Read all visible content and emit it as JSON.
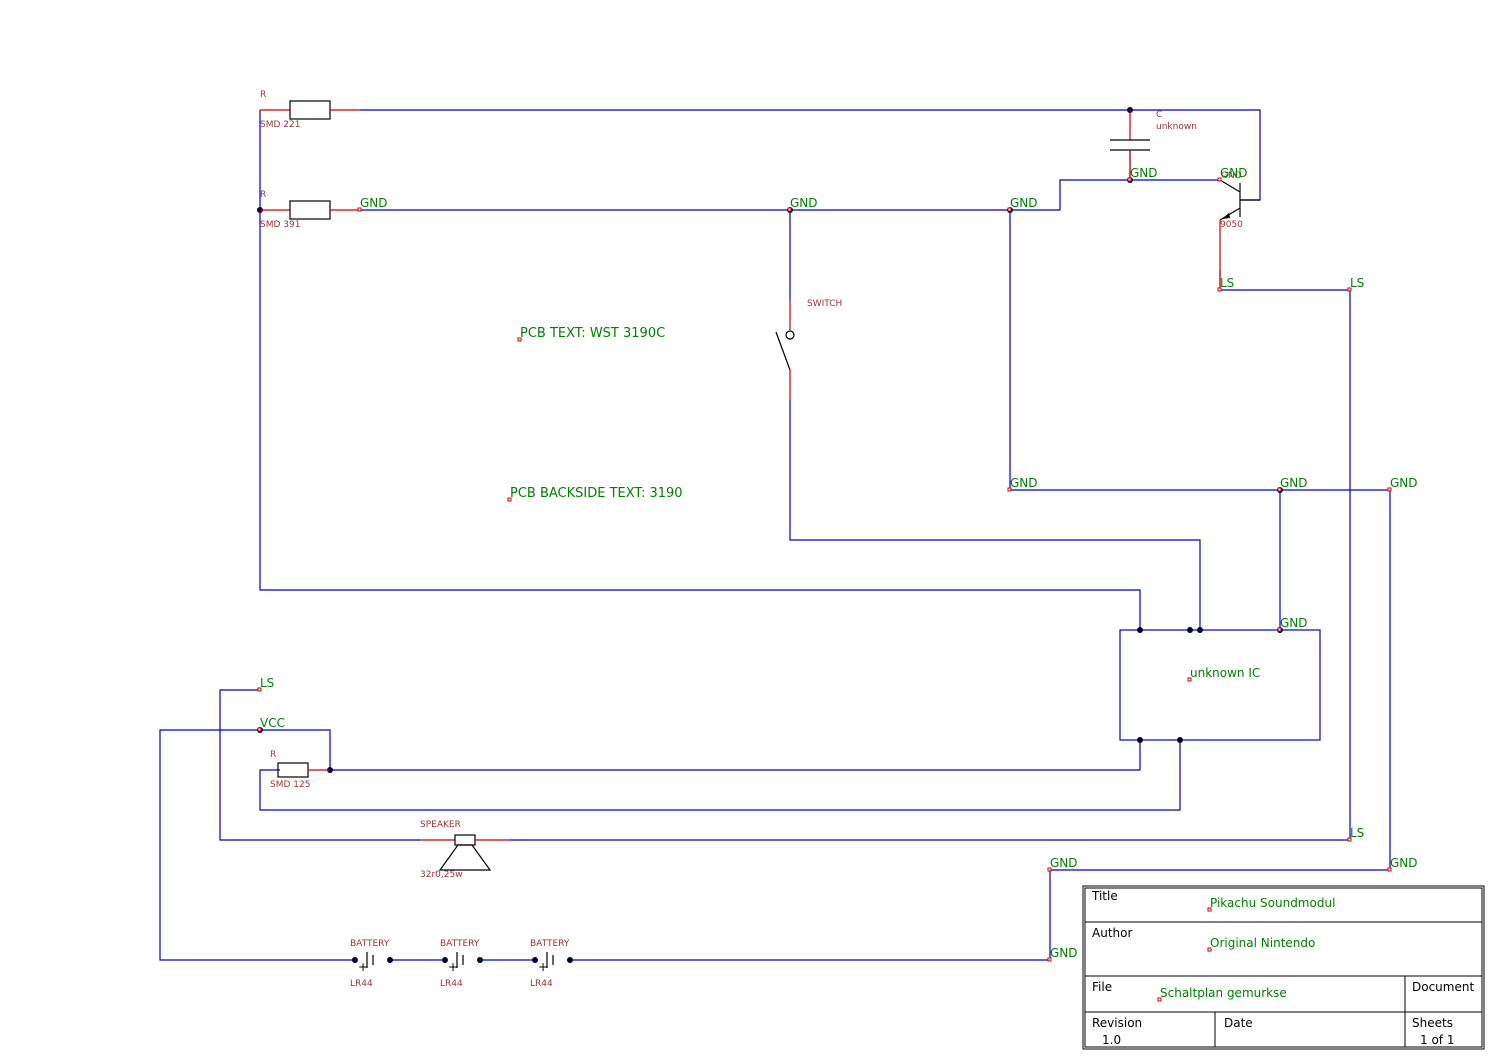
{
  "components": {
    "r1": {
      "ref": "R",
      "value": "SMD 221"
    },
    "r2": {
      "ref": "R",
      "value": "SMD 391"
    },
    "r3": {
      "ref": "R",
      "value": "SMD 125"
    },
    "capacitor": {
      "ref": "C",
      "value": "unknown"
    },
    "transistor": {
      "ref": "GND",
      "value": "9050"
    },
    "switch": {
      "ref": "SWITCH"
    },
    "speaker": {
      "ref": "SPEAKER",
      "value": "32r0,25w"
    },
    "batteries": [
      {
        "ref": "BATTERY",
        "value": "LR44"
      },
      {
        "ref": "BATTERY",
        "value": "LR44"
      },
      {
        "ref": "BATTERY",
        "value": "LR44"
      }
    ],
    "ic": {
      "label": "unknown IC"
    }
  },
  "net_labels": {
    "gnd": "GND",
    "ls": "LS",
    "vcc": "VCC"
  },
  "notes": {
    "pcb_text": "PCB TEXT: WST 3190C",
    "pcb_backside_text": "PCB BACKSIDE TEXT: 3190"
  },
  "battery_plus": "+",
  "colors": {
    "wire": "#0000cc",
    "net_label": "#008000",
    "ref_text": "#993333",
    "pin": "#cc0000"
  },
  "title_block": {
    "title_label": "Title",
    "title_value": "Pikachu Soundmodul",
    "author_label": "Author",
    "author_value": "Original Nintendo",
    "file_label": "File",
    "file_value": "Schaltplan gemurkse",
    "document_label": "Document",
    "revision_label": "Revision",
    "revision_value": "1.0",
    "date_label": "Date",
    "sheets_label": "Sheets",
    "sheets_value": "1 of 1"
  }
}
